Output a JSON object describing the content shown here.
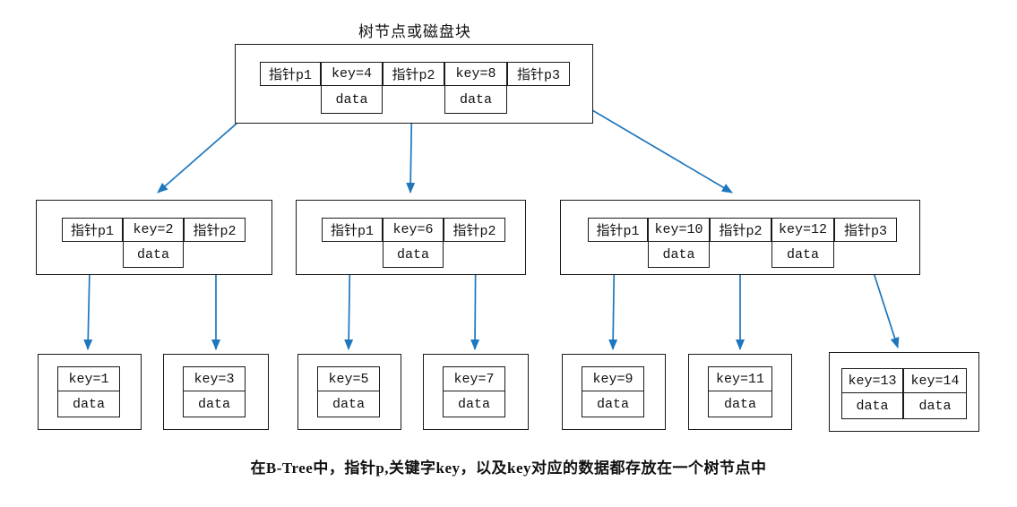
{
  "title": "树节点或磁盘块",
  "caption": "在B-Tree中，指针p,关键字key，以及key对应的数据都存放在一个树节点中",
  "colors": {
    "arrow": "#1e76bc",
    "line": "#1a1a1a"
  },
  "nodes": {
    "root": {
      "cells": [
        "指针p1",
        "key=4",
        "指针p2",
        "key=8",
        "指针p3"
      ],
      "data_cells": [
        "data",
        "data"
      ]
    },
    "child_left": {
      "cells": [
        "指针p1",
        "key=2",
        "指针p2"
      ],
      "data_cells": [
        "data"
      ]
    },
    "child_middle": {
      "cells": [
        "指针p1",
        "key=6",
        "指针p2"
      ],
      "data_cells": [
        "data"
      ]
    },
    "child_right": {
      "cells": [
        "指针p1",
        "key=10",
        "指针p2",
        "key=12",
        "指针p3"
      ],
      "data_cells": [
        "data",
        "data"
      ]
    }
  },
  "leaves": [
    {
      "key": "key=1",
      "data": "data"
    },
    {
      "key": "key=3",
      "data": "data"
    },
    {
      "key": "key=5",
      "data": "data"
    },
    {
      "key": "key=7",
      "data": "data"
    },
    {
      "key": "key=9",
      "data": "data"
    },
    {
      "key": "key=11",
      "data": "data"
    },
    {
      "keys": [
        "key=13",
        "key=14"
      ],
      "data_cells": [
        "data",
        "data"
      ]
    }
  ]
}
